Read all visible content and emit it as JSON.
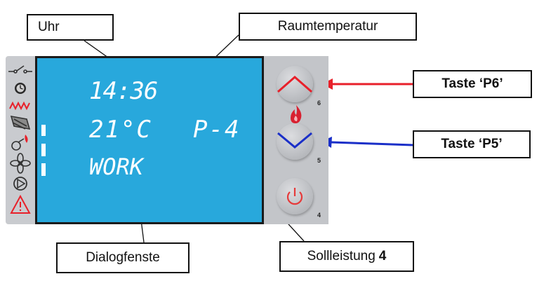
{
  "callouts": {
    "uhr": "Uhr",
    "raumtemperatur": "Raumtemperatur",
    "taste_p6": "Taste ‘P6’",
    "taste_p5": "Taste ‘P5’",
    "dialogfenster": "Dialogfenste",
    "sollleistung_prefix": "Sollleistung",
    "sollleistung_value": "4"
  },
  "display": {
    "time": "14:36",
    "temperature": "21°C",
    "mode": "WORK",
    "power_level": "P-4"
  },
  "buttons": {
    "p6_number": "6",
    "p5_number": "5",
    "power_number": "4"
  },
  "icons": [
    "switch-icon",
    "clock-icon",
    "heat-icon",
    "auger-icon",
    "igniter-icon",
    "fan-icon",
    "pump-icon",
    "warning-icon"
  ],
  "colors": {
    "lcd": "#28a8dc",
    "p6_arrow": "#e8202a",
    "p5_arrow": "#1a2fc8",
    "power_icon": "#e63a3a"
  }
}
